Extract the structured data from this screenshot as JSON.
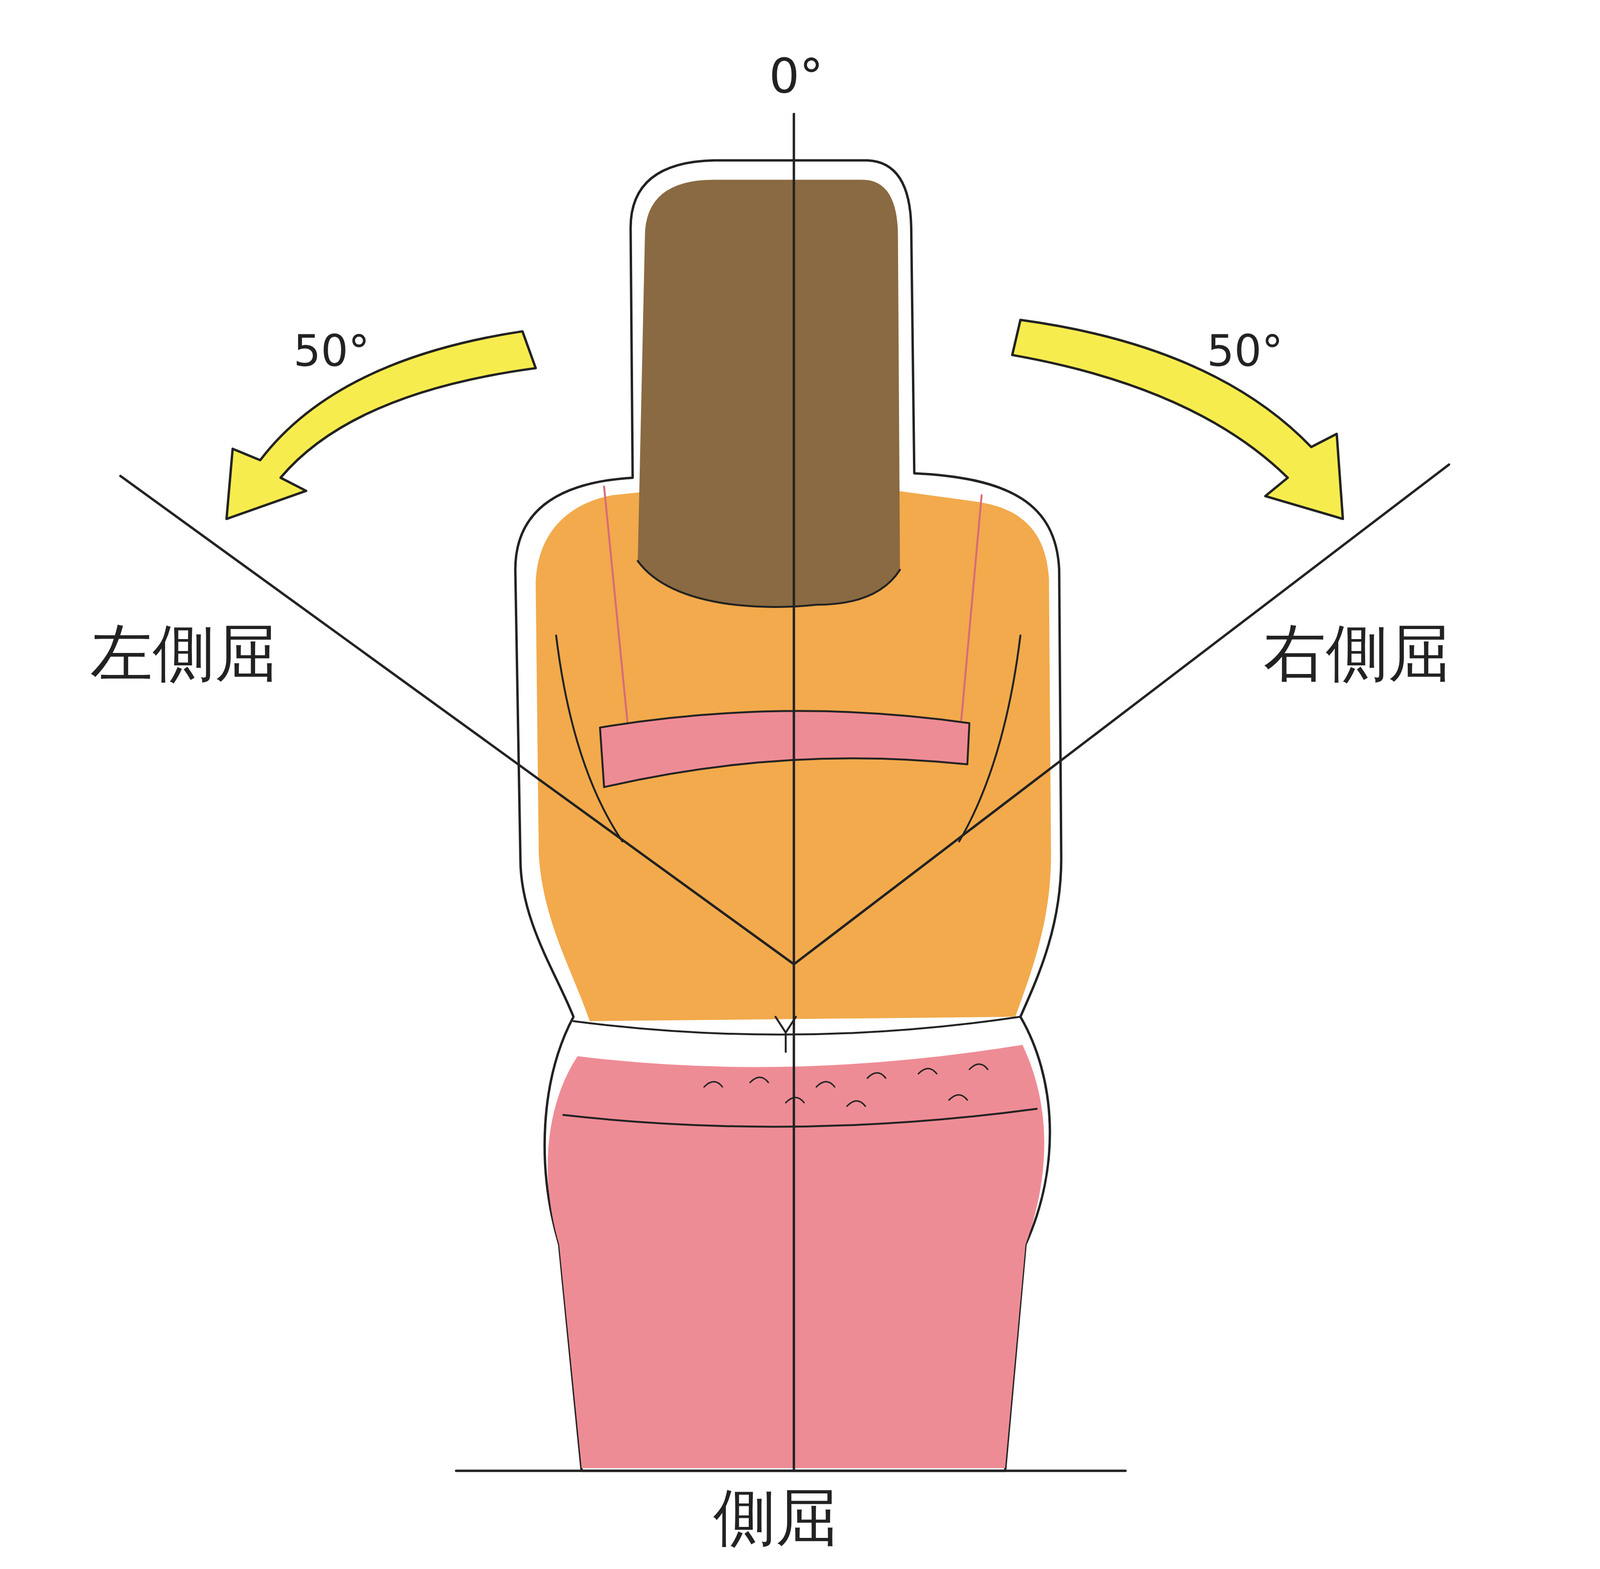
{
  "diagram": {
    "caption": "側屈",
    "labels": [
      "0°",
      "50°",
      "左側屈",
      "50°",
      "右側屈"
    ]
  }
}
